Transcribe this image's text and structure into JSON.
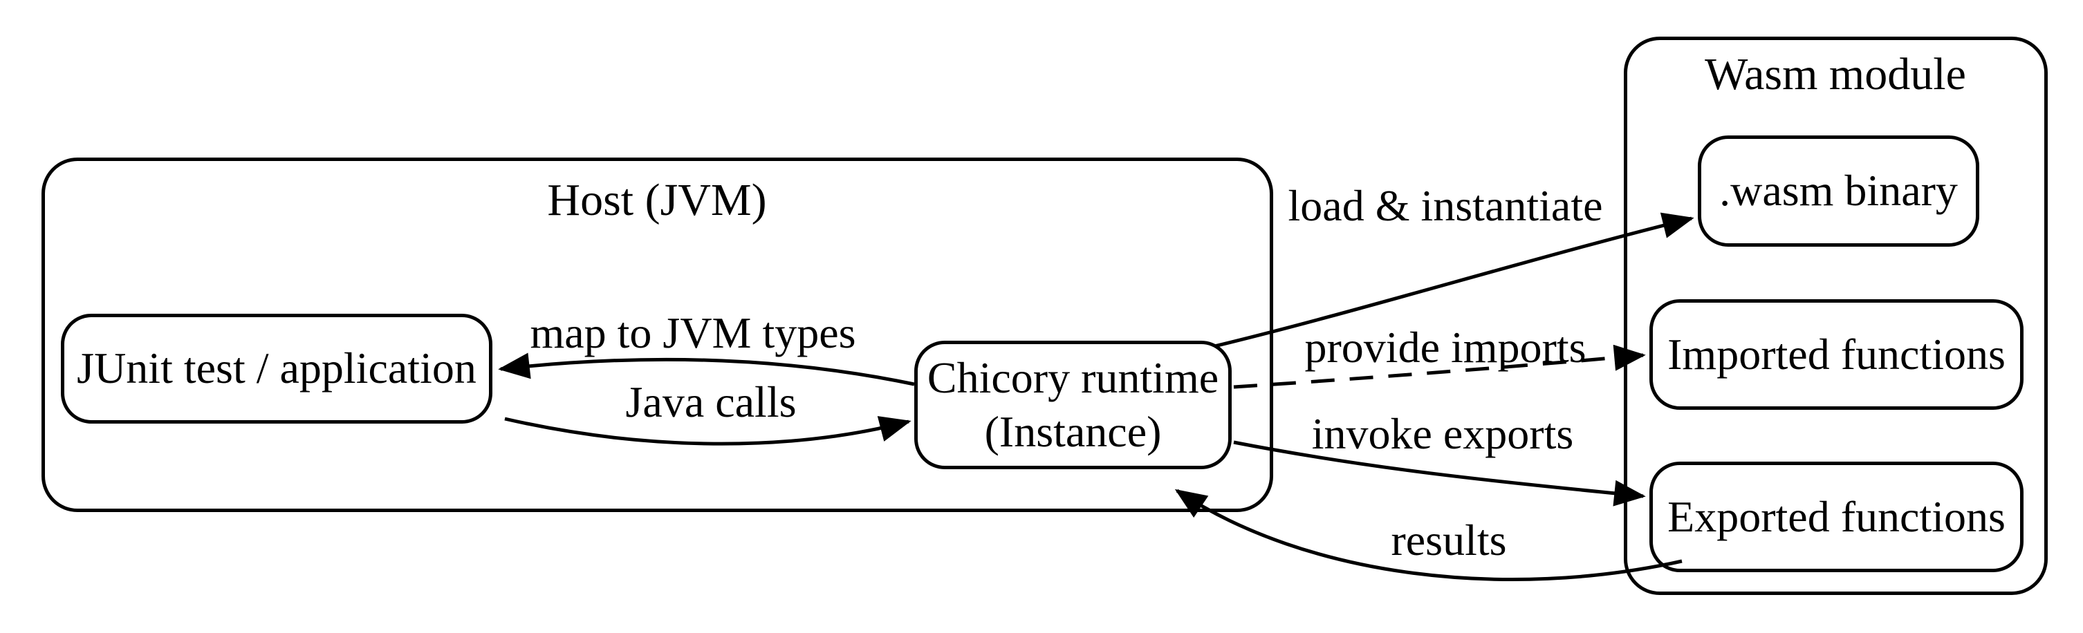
{
  "diagram": {
    "title": "Chicory runtime / Wasm module interaction diagram",
    "background_color": "#ffffff",
    "stroke_color": "#000000",
    "clusters": {
      "host": {
        "label": "Host (JVM)"
      },
      "wasm": {
        "label": "Wasm module"
      }
    },
    "nodes": {
      "junit": {
        "label": "JUnit test / application"
      },
      "chicory": {
        "line1": "Chicory runtime",
        "line2": "(Instance)"
      },
      "wasm_binary": {
        "label": ".wasm binary"
      },
      "imported": {
        "label": "Imported functions"
      },
      "exported": {
        "label": "Exported functions"
      }
    },
    "edges": {
      "map_to_jvm": {
        "label": "map to JVM types",
        "from": "chicory",
        "to": "junit",
        "style": "solid"
      },
      "java_calls": {
        "label": "Java calls",
        "from": "junit",
        "to": "chicory",
        "style": "solid"
      },
      "load_instantiate": {
        "label": "load & instantiate",
        "from": "chicory",
        "to": "wasm_binary",
        "style": "solid"
      },
      "provide_imports": {
        "label": "provide imports",
        "from": "chicory",
        "to": "imported",
        "style": "dashed"
      },
      "invoke_exports": {
        "label": "invoke exports",
        "from": "chicory",
        "to": "exported",
        "style": "solid"
      },
      "results": {
        "label": "results",
        "from": "exported",
        "to": "chicory",
        "style": "solid"
      }
    }
  }
}
